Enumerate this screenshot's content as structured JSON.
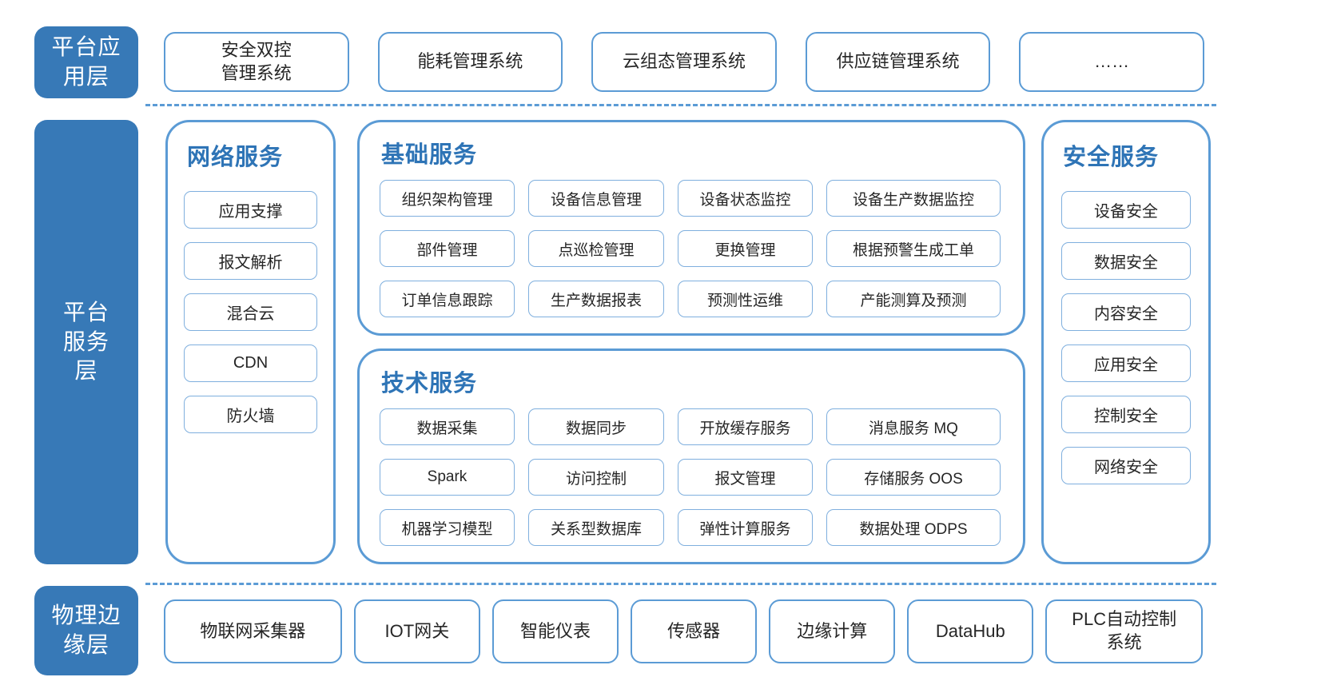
{
  "colors": {
    "layer_fill": "#3779B7",
    "panel_border": "#5B9BD5",
    "item_border": "#7FAFDE",
    "section_title": "#2E74B6",
    "divider_dashed": "#5B9BD5",
    "body_text": "#262626"
  },
  "application_layer": {
    "label": "平台应\n用层",
    "systems": [
      "安全双控\n管理系统",
      "能耗管理系统",
      "云组态管理系统",
      "供应链管理系统",
      "……"
    ]
  },
  "service_layer": {
    "label": "平台\n服务\n层",
    "network": {
      "title": "网络服务",
      "items": [
        "应用支撑",
        "报文解析",
        "混合云",
        "CDN",
        "防火墙"
      ]
    },
    "basic": {
      "title": "基础服务",
      "items": [
        "组织架构管理",
        "设备信息管理",
        "设备状态监控",
        "设备生产数据监控",
        "部件管理",
        "点巡检管理",
        "更换管理",
        "根据预警生成工单",
        "订单信息跟踪",
        "生产数据报表",
        "预测性运维",
        "产能测算及预测"
      ]
    },
    "tech": {
      "title": "技术服务",
      "items": [
        "数据采集",
        "数据同步",
        "开放缓存服务",
        "消息服务 MQ",
        "Spark",
        "访问控制",
        "报文管理",
        "存储服务 OOS",
        "机器学习模型",
        "关系型数据库",
        "弹性计算服务",
        "数据处理 ODPS"
      ]
    },
    "security": {
      "title": "安全服务",
      "items": [
        "设备安全",
        "数据安全",
        "内容安全",
        "应用安全",
        "控制安全",
        "网络安全"
      ]
    }
  },
  "edge_layer": {
    "label": "物理边\n缘层",
    "devices": [
      "物联网采集器",
      "IOT网关",
      "智能仪表",
      "传感器",
      "边缘计算",
      "DataHub",
      "PLC自动控制\n系统"
    ]
  }
}
